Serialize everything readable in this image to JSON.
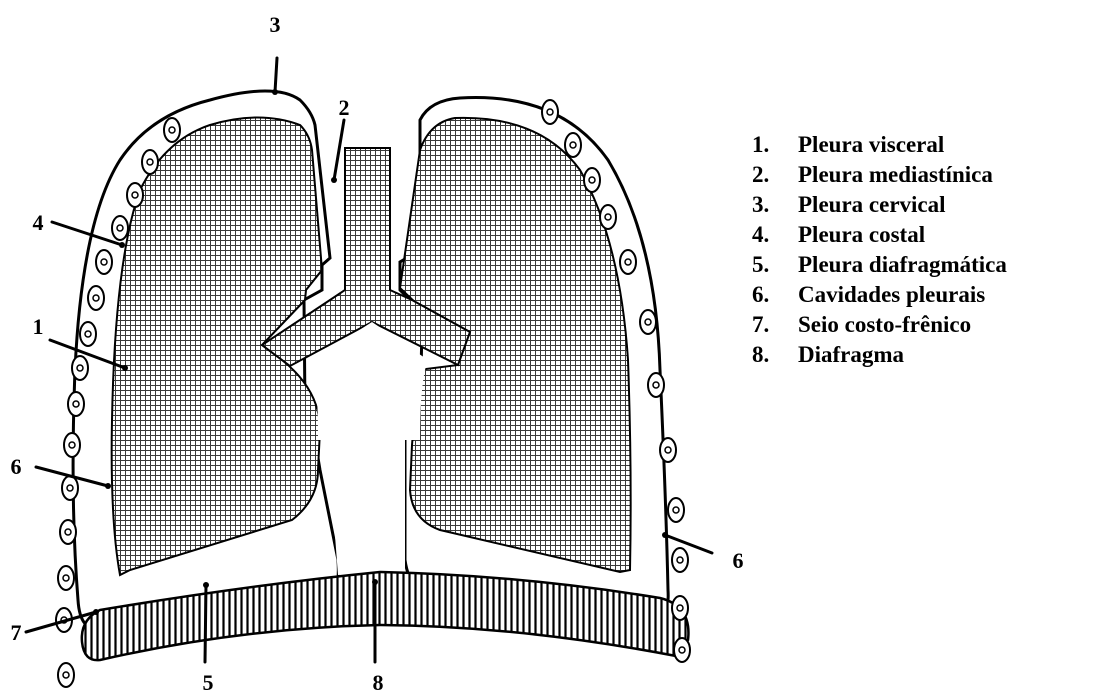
{
  "callouts": {
    "c1": "1",
    "c2": "2",
    "c3": "3",
    "c4": "4",
    "c5": "5",
    "c6_left": "6",
    "c6_right": "6",
    "c7": "7",
    "c8": "8"
  },
  "legend": [
    {
      "num": "1.",
      "label": "Pleura visceral"
    },
    {
      "num": "2.",
      "label": "Pleura mediastínica"
    },
    {
      "num": "3.",
      "label": "Pleura cervical"
    },
    {
      "num": "4.",
      "label": "Pleura costal"
    },
    {
      "num": "5.",
      "label": "Pleura diafragmática"
    },
    {
      "num": "6.",
      "label": "Cavidades pleurais"
    },
    {
      "num": "7.",
      "label": "Seio costo-frênico"
    },
    {
      "num": "8.",
      "label": "Diafragma"
    }
  ],
  "colors": {
    "ink": "#000000",
    "paper": "#ffffff"
  }
}
